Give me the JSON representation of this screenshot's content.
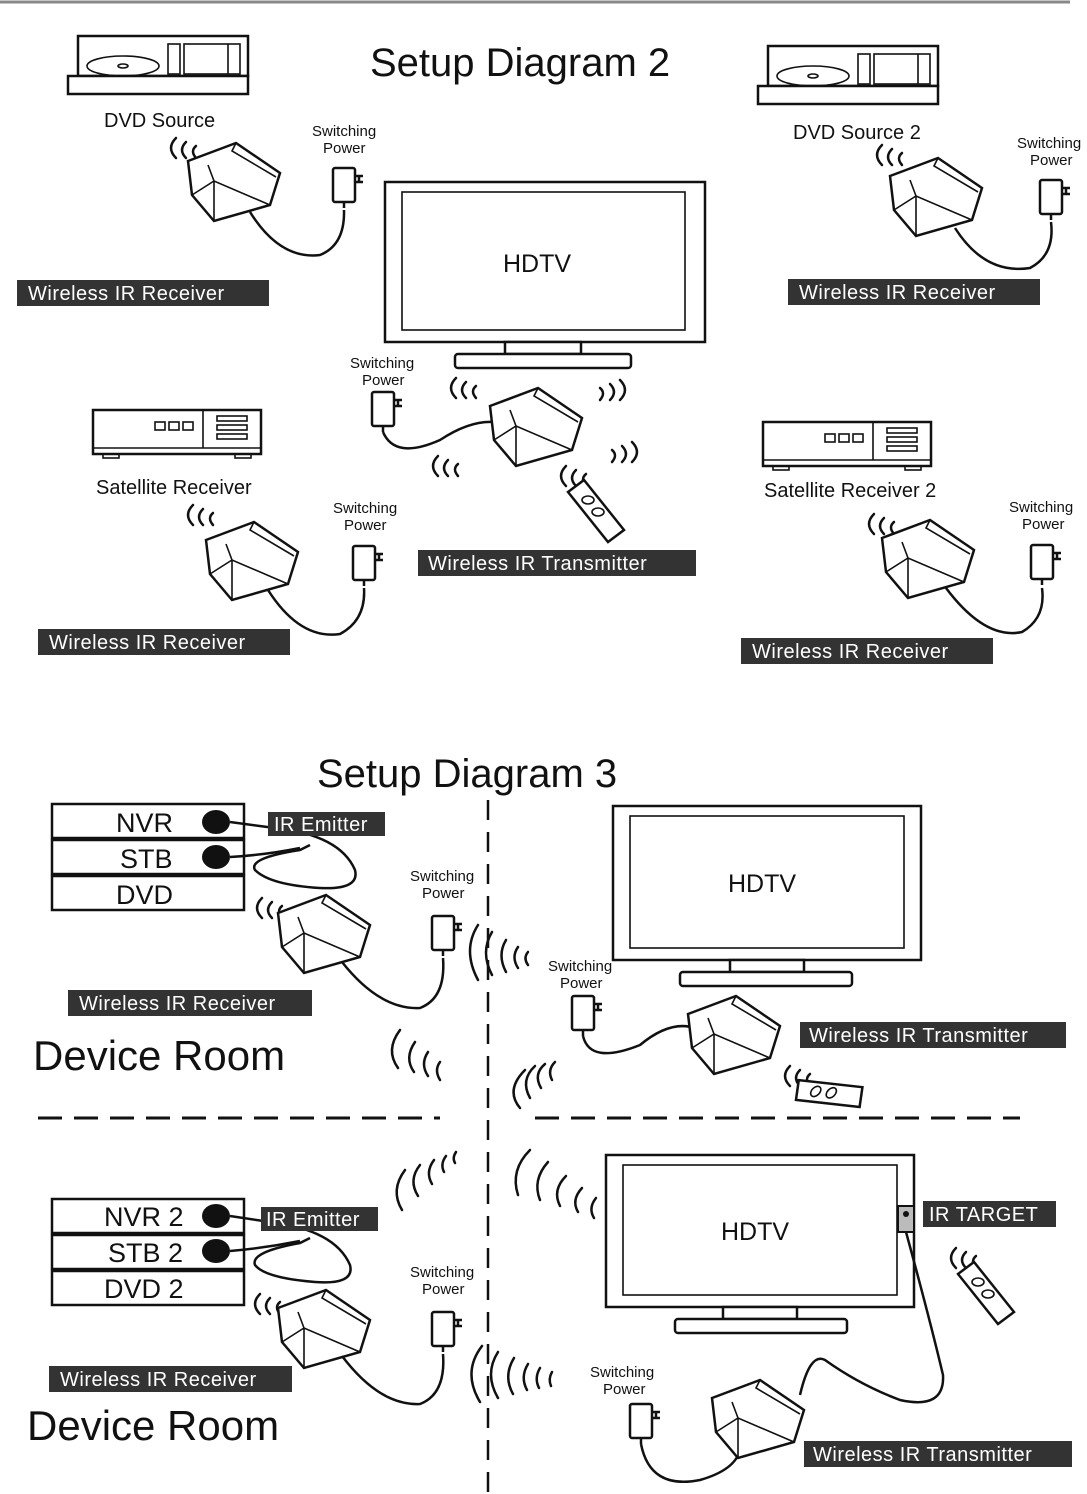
{
  "colors": {
    "label_bg": "#333333",
    "line": "#111111",
    "background": "#ffffff"
  },
  "diagram2": {
    "title": "Setup Diagram 2",
    "hdtv": "HDTV",
    "dvd_source": "DVD Source",
    "dvd_source_2": "DVD Source 2",
    "satellite_receiver": "Satellite Receiver",
    "satellite_receiver_2": "Satellite Receiver 2",
    "switching_power_line1": "Switching",
    "switching_power_line2": "Power",
    "wireless_ir_receiver": "Wireless IR Receiver",
    "wireless_ir_transmitter": "Wireless IR Transmitter"
  },
  "diagram3": {
    "title": "Setup Diagram 3",
    "rack_top": [
      "NVR",
      "STB",
      "DVD"
    ],
    "rack_bottom": [
      "NVR 2",
      "STB 2",
      "DVD 2"
    ],
    "ir_emitter": "IR Emitter",
    "switching_power_line1": "Switching",
    "switching_power_line2": "Power",
    "wireless_ir_receiver": "Wireless IR Receiver",
    "wireless_ir_transmitter": "Wireless IR Transmitter",
    "device_room": "Device Room",
    "hdtv": "HDTV",
    "ir_target": "IR  TARGET"
  },
  "icons": [
    "dvd-player-icon",
    "satellite-receiver-icon",
    "hdtv-icon",
    "ir-receiver-icon",
    "ir-transmitter-icon",
    "power-adapter-icon",
    "remote-control-icon",
    "ir-wave-icon",
    "ir-emitter-icon"
  ]
}
